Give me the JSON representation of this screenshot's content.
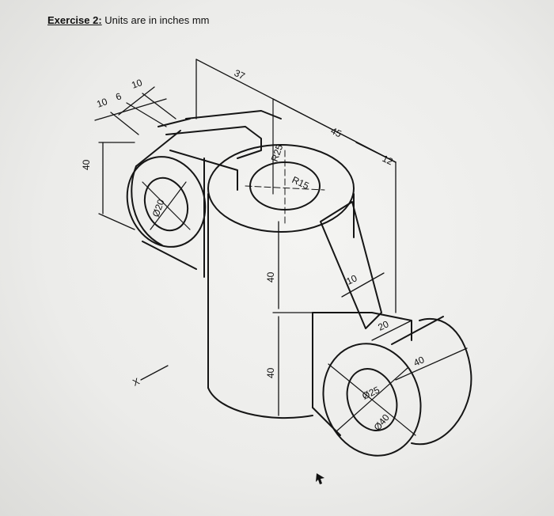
{
  "title": {
    "label": "Exercise 2:",
    "text": "Units are in inches mm"
  },
  "dimensions": {
    "d40_left": "40",
    "d10_a": "10",
    "d6": "6",
    "d10_b": "10",
    "d37": "37",
    "d45": "45",
    "d12": "12",
    "r25": "R25",
    "r15": "R15",
    "phi20": "Ø20",
    "d40_upper": "40",
    "d40_lower": "40",
    "d10_rib": "10",
    "d20": "20",
    "d40_right": "40",
    "phi25": "Ø25",
    "phi40": "Ø40"
  },
  "axis_mark": "X"
}
